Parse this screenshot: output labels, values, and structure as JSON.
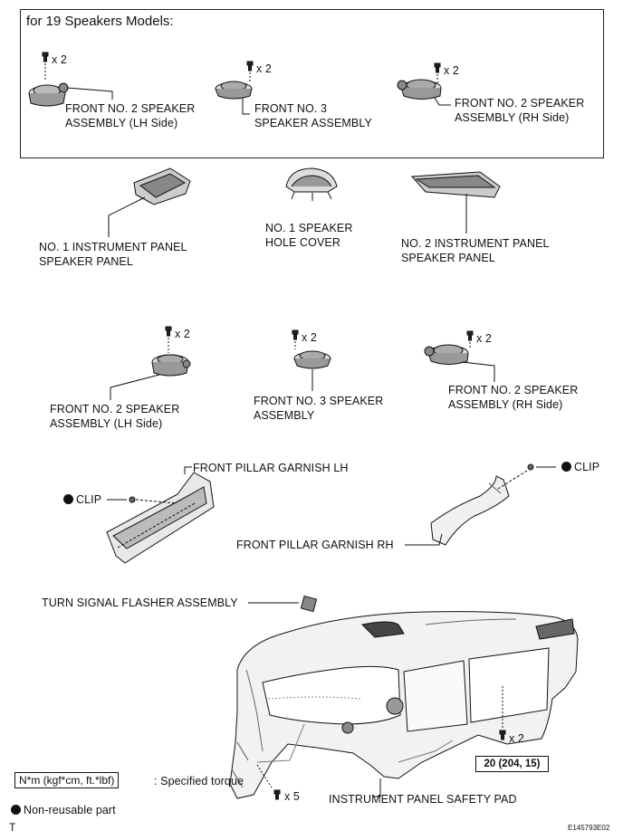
{
  "box_title": "for 19 Speakers Models:",
  "qty": {
    "top_lh": "x 2",
    "top_center": "x 2",
    "top_rh": "x 2",
    "mid_lh": "x 2",
    "mid_center": "x 2",
    "mid_rh": "x 2",
    "pad": "x 2",
    "bottom_screw": "x 5"
  },
  "labels": {
    "top_lh_speaker": "FRONT NO. 2 SPEAKER\nASSEMBLY (LH Side)",
    "top_center_speaker": "FRONT NO. 3\nSPEAKER ASSEMBLY",
    "top_rh_speaker": "FRONT NO. 2 SPEAKER\nASSEMBLY (RH Side)",
    "no1_panel": "NO. 1 INSTRUMENT PANEL\nSPEAKER PANEL",
    "hole_cover": "NO. 1 SPEAKER\nHOLE COVER",
    "no2_panel": "NO. 2 INSTRUMENT PANEL\nSPEAKER PANEL",
    "mid_lh_speaker": "FRONT NO. 2 SPEAKER\nASSEMBLY (LH Side)",
    "mid_center_speaker": "FRONT NO. 3 SPEAKER\nASSEMBLY",
    "mid_rh_speaker": "FRONT NO. 2 SPEAKER\nASSEMBLY (RH Side)",
    "pillar_lh": "FRONT PILLAR GARNISH LH",
    "pillar_rh": "FRONT PILLAR GARNISH RH",
    "clip_lh": "CLIP",
    "clip_rh": "CLIP",
    "flasher": "TURN SIGNAL FLASHER ASSEMBLY",
    "safety_pad": "INSTRUMENT PANEL SAFETY PAD",
    "torque_value": "20 (204, 15)"
  },
  "legend": {
    "unit": "N*m (kgf*cm, ft.*lbf)",
    "torque_desc": ": Specified torque",
    "non_reusable": "Non-reusable part"
  },
  "corner_left": "T",
  "drawing_id": "E145793E02"
}
